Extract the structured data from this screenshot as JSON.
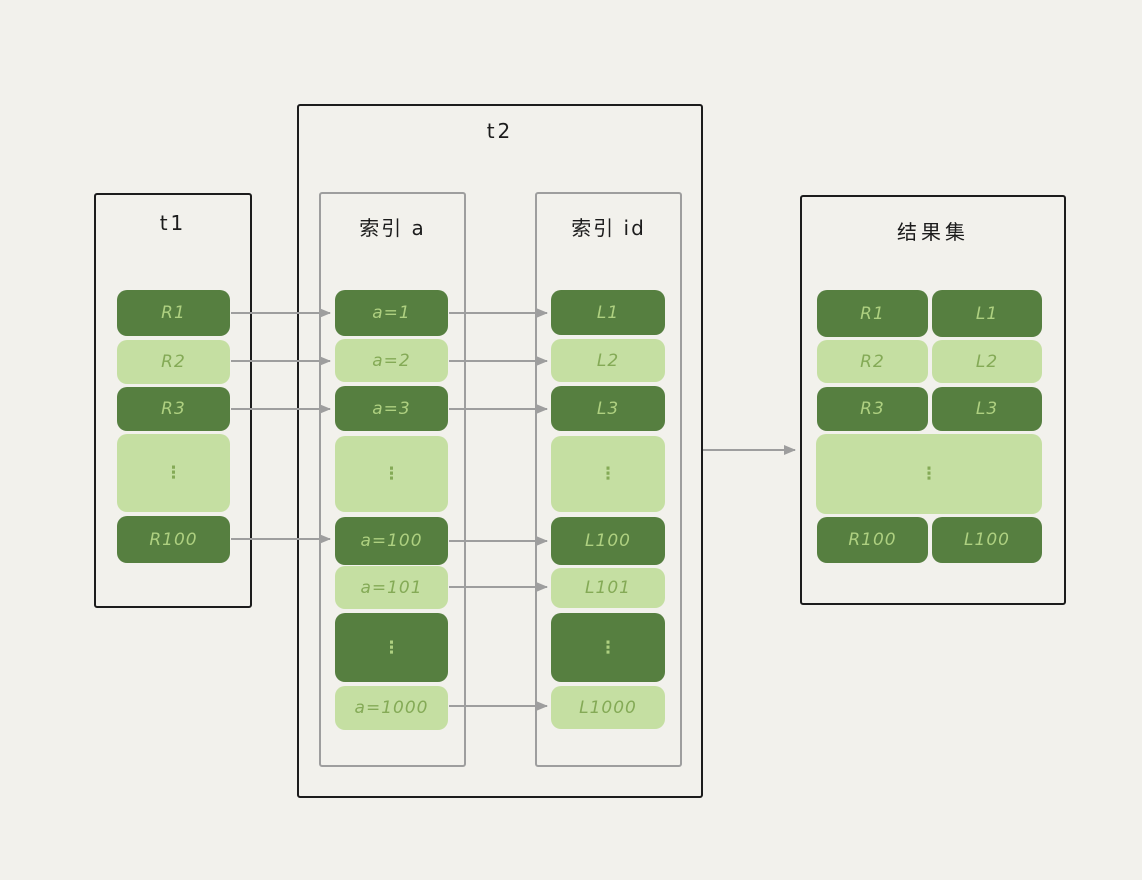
{
  "palette": {
    "background": "#f2f1ec",
    "row_dark_fill": "#567f40",
    "row_light_fill": "#c5dfa2",
    "text_on_dark": "#aed080",
    "text_on_light": "#84aa56",
    "outer_border": "#1c1c1c",
    "inner_border": "#9e9e9e",
    "arrow": "#9e9e9e"
  },
  "t1": {
    "title": "t1",
    "rows": [
      {
        "label": "R1",
        "tone": "dark"
      },
      {
        "label": "R2",
        "tone": "light"
      },
      {
        "label": "R3",
        "tone": "dark"
      },
      {
        "label": "⋮",
        "tone": "light"
      },
      {
        "label": "R100",
        "tone": "dark"
      }
    ]
  },
  "t2": {
    "title": "t2",
    "index_a": {
      "title": "索引 a",
      "rows": [
        {
          "label": "a=1",
          "tone": "dark"
        },
        {
          "label": "a=2",
          "tone": "light"
        },
        {
          "label": "a=3",
          "tone": "dark"
        },
        {
          "label": "⋮",
          "tone": "light"
        },
        {
          "label": "a=100",
          "tone": "dark"
        },
        {
          "label": "a=101",
          "tone": "light"
        },
        {
          "label": "⋮",
          "tone": "dark"
        },
        {
          "label": "a=1000",
          "tone": "light"
        }
      ]
    },
    "index_id": {
      "title": "索引 id",
      "rows": [
        {
          "label": "L1",
          "tone": "dark"
        },
        {
          "label": "L2",
          "tone": "light"
        },
        {
          "label": "L3",
          "tone": "dark"
        },
        {
          "label": "⋮",
          "tone": "light"
        },
        {
          "label": "L100",
          "tone": "dark"
        },
        {
          "label": "L101",
          "tone": "light"
        },
        {
          "label": "⋮",
          "tone": "dark"
        },
        {
          "label": "L1000",
          "tone": "light"
        }
      ]
    }
  },
  "result_set": {
    "title": "结果集",
    "rows": [
      {
        "left": "R1",
        "right": "L1",
        "tone": "dark"
      },
      {
        "left": "R2",
        "right": "L2",
        "tone": "light"
      },
      {
        "left": "R3",
        "right": "L3",
        "tone": "dark"
      },
      {
        "label": "⋮",
        "tone": "light"
      },
      {
        "left": "R100",
        "right": "L100",
        "tone": "dark"
      }
    ]
  },
  "connections": {
    "t1_to_index_a": [
      [
        "R1",
        "a=1"
      ],
      [
        "R2",
        "a=2"
      ],
      [
        "R3",
        "a=3"
      ],
      [
        "R100",
        "a=100"
      ]
    ],
    "index_a_to_index_id": [
      [
        "a=1",
        "L1"
      ],
      [
        "a=2",
        "L2"
      ],
      [
        "a=3",
        "L3"
      ],
      [
        "a=100",
        "L100"
      ],
      [
        "a=101",
        "L101"
      ],
      [
        "a=1000",
        "L1000"
      ]
    ],
    "t2_to_result_set": [
      [
        "t2",
        "结果集"
      ]
    ]
  }
}
